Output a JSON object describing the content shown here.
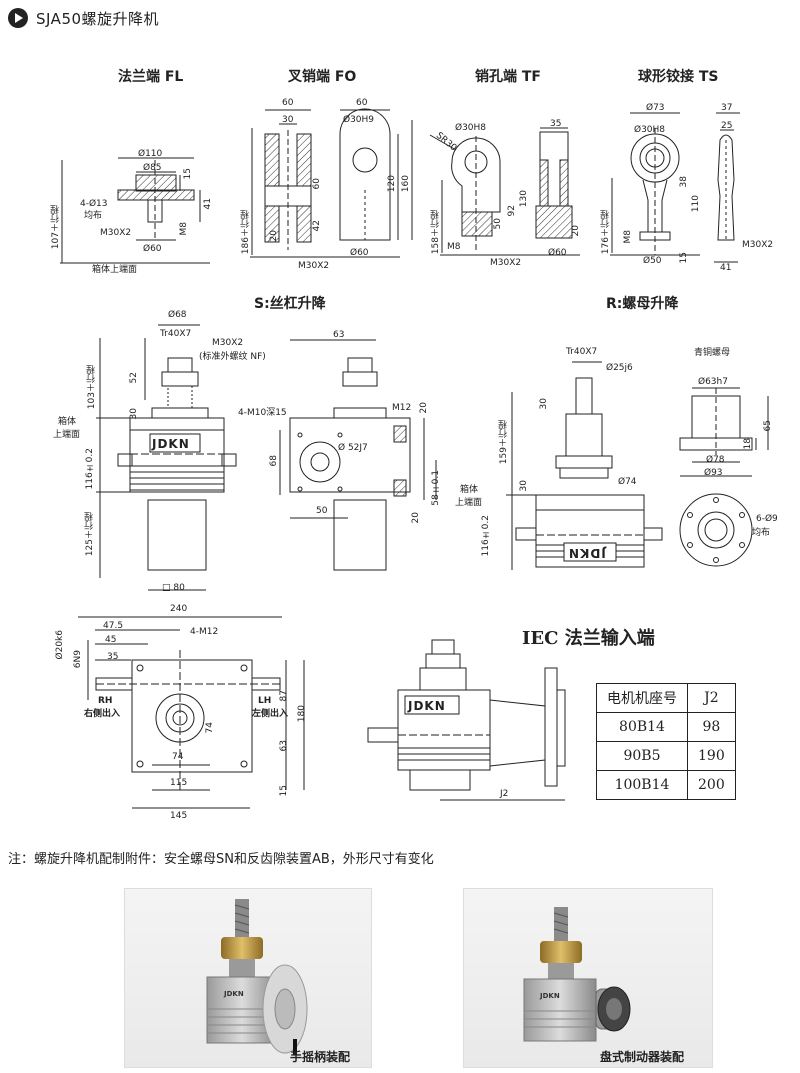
{
  "header": {
    "title": "SJA50螺旋升降机"
  },
  "sections": {
    "fl": "法兰端 FL",
    "fo": "叉销端 FO",
    "tf": "销孔端 TF",
    "ts": "球形铰接 TS",
    "s": "S:丝杠升降",
    "r": "R:螺母升降",
    "iec": "IEC 法兰输入端"
  },
  "fl_dims": {
    "d110": "Ø110",
    "d85": "Ø85",
    "d13": "4-Ø13",
    "even": "均布",
    "m30": "M30X2",
    "d60": "Ø60",
    "v15": "15",
    "v41": "41",
    "m8": "M8",
    "stroke": "107＋行程",
    "box_top": "箱体上端面"
  },
  "fo_dims": {
    "w60a": "60",
    "w30": "30",
    "w60b": "60",
    "d30h9": "Ø30H9",
    "v60": "60",
    "v42": "42",
    "v20": "20",
    "v120": "120",
    "v160": "160",
    "stroke": "186＋行程",
    "m30": "M30X2",
    "d60": "Ø60"
  },
  "tf_dims": {
    "sr30": "SR30",
    "d30h8": "Ø30H8",
    "w35": "35",
    "v50": "50",
    "v92": "92",
    "v130": "130",
    "v20": "20",
    "stroke": "158＋行程",
    "m8": "M8",
    "m30": "M30X2",
    "d60": "Ø60"
  },
  "ts_dims": {
    "d73": "Ø73",
    "d30h8": "Ø30H8",
    "w37": "37",
    "w25": "25",
    "v38": "38",
    "v110": "110",
    "stroke": "176＋行程",
    "m8": "M8",
    "d50": "Ø50",
    "v15": "15",
    "m30": "M30X2",
    "w41": "41"
  },
  "s_dims": {
    "d68": "Ø68",
    "tr": "Tr40X7",
    "m30": "M30X2",
    "nf": "(标准外螺纹 NF)",
    "v52": "52",
    "stroke103": "103＋行程",
    "v30": "30",
    "box1": "箱体",
    "box2": "上端面",
    "h116": "116±0.2",
    "stroke125": "125＋行程",
    "sq80": "□ 80",
    "w63": "63",
    "m10": "4-M10深15",
    "m12": "M12",
    "d52": "Ø 52J7",
    "v68": "68",
    "w50": "50",
    "v20a": "20",
    "v20b": "20",
    "v58": "58±0.1",
    "brand": "JDKN"
  },
  "r_dims": {
    "tr": "Tr40X7",
    "d25": "Ø25j6",
    "stroke159": "159＋行程",
    "v30a": "30",
    "v30b": "30",
    "d74": "Ø74",
    "box1": "箱体",
    "box2": "上端面",
    "h116": "116±0.2",
    "nut": "青铜螺母",
    "d63": "Ø63h7",
    "v65": "65",
    "v18": "18",
    "d78": "Ø78",
    "d93": "Ø93",
    "holes": "6-Ø9",
    "even": "均布",
    "brand": "JDKN"
  },
  "bottom_dims": {
    "w240": "240",
    "w47": "47.5",
    "w45": "45",
    "w35": "35",
    "d20": "Ø20k6",
    "n9": "6N9",
    "m12": "4-M12",
    "rh": "RH",
    "rh2": "右侧出入",
    "lh": "LH",
    "lh2": "左侧出入",
    "v87": "87",
    "v180": "180",
    "v63": "63",
    "v15": "15",
    "v74a": "74",
    "v74b": "74",
    "w115": "115",
    "w145": "145"
  },
  "iec_dims": {
    "j2": "J2",
    "brand": "JDKN"
  },
  "j2_table": {
    "head": [
      "电机机座号",
      "J2"
    ],
    "rows": [
      [
        "80B14",
        "98"
      ],
      [
        "90B5",
        "190"
      ],
      [
        "100B14",
        "200"
      ]
    ]
  },
  "note": "注：螺旋升降机配制附件：安全螺母SN和反齿隙装置AB，外形尺寸有变化",
  "photos": {
    "left_caption": "手摇柄装配",
    "right_caption": "盘式制动器装配",
    "brand": "JDKN"
  },
  "colors": {
    "line": "#222222",
    "hatch": "#333333",
    "body": "#b9b9b9",
    "bronze": "#b8923a"
  }
}
